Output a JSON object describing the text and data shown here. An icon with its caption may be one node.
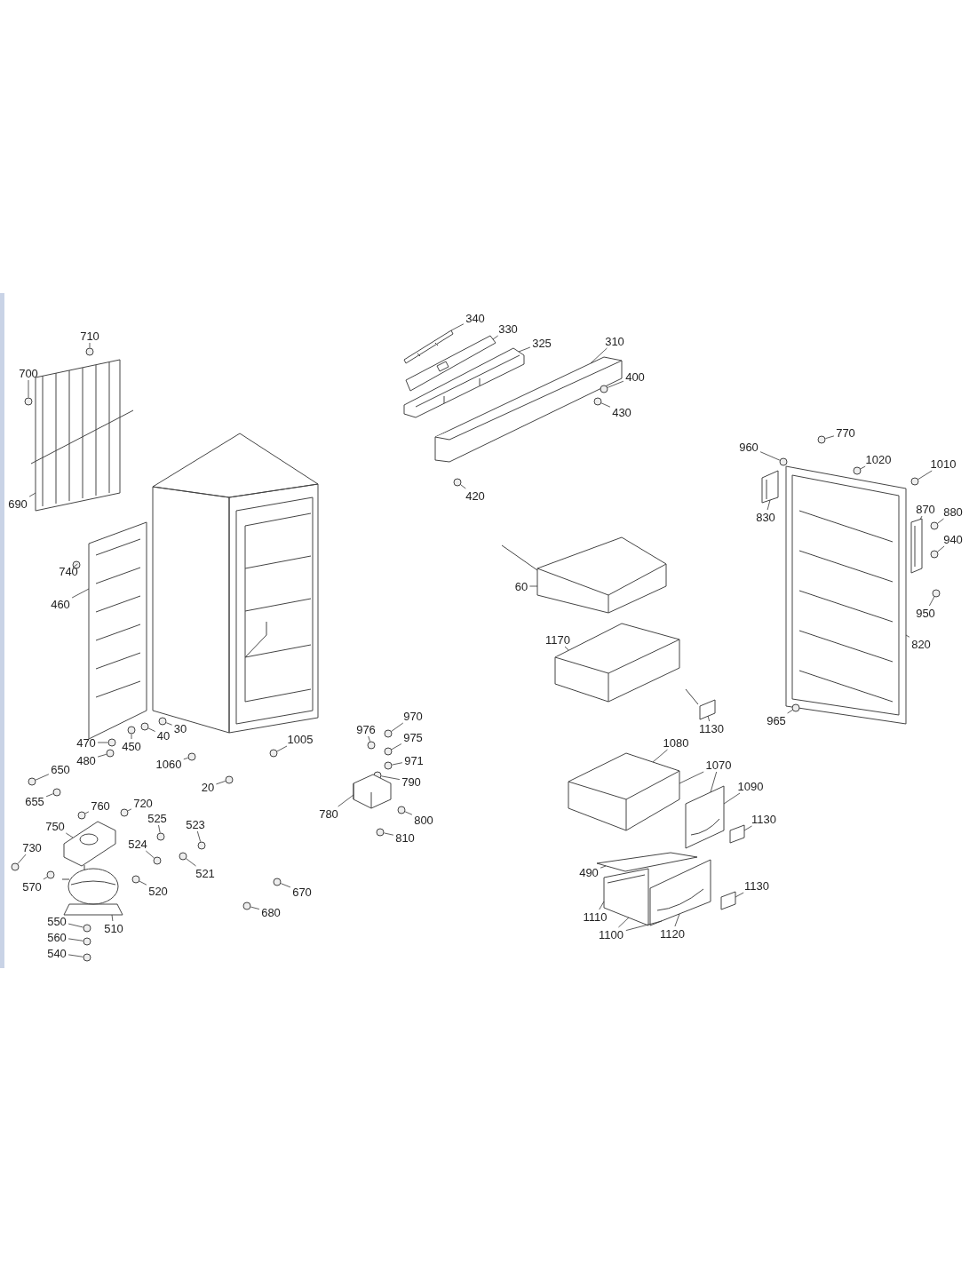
{
  "diagram": {
    "nodes": [
      {
        "text": [
          "710"
        ]
      },
      {
        "text": [
          "700"
        ]
      },
      {
        "text": [
          "690"
        ]
      },
      {
        "text": [
          "740"
        ]
      },
      {
        "text": [
          "460"
        ]
      },
      {
        "text": [
          "470"
        ]
      },
      {
        "text": [
          "480"
        ]
      },
      {
        "text": [
          "450"
        ]
      },
      {
        "text": [
          "40"
        ]
      },
      {
        "text": [
          "30"
        ]
      },
      {
        "text": [
          "1060"
        ]
      },
      {
        "text": [
          "1005"
        ]
      },
      {
        "text": [
          "20"
        ]
      },
      {
        "text": [
          "650"
        ]
      },
      {
        "text": [
          "655"
        ]
      },
      {
        "text": [
          "760"
        ]
      },
      {
        "text": [
          "720"
        ]
      },
      {
        "text": [
          "750"
        ]
      },
      {
        "text": [
          "525"
        ]
      },
      {
        "text": [
          "523"
        ]
      },
      {
        "text": [
          "524"
        ]
      },
      {
        "text": [
          "521"
        ]
      },
      {
        "text": [
          "730"
        ]
      },
      {
        "text": [
          "570"
        ]
      },
      {
        "text": [
          "520"
        ]
      },
      {
        "text": [
          "510"
        ]
      },
      {
        "text": [
          "550"
        ]
      },
      {
        "text": [
          "560"
        ]
      },
      {
        "text": [
          "540"
        ]
      },
      {
        "text": [
          "670"
        ]
      },
      {
        "text": [
          "680"
        ]
      },
      {
        "text": [
          "340"
        ]
      },
      {
        "text": [
          "330"
        ]
      },
      {
        "text": [
          "325"
        ]
      },
      {
        "text": [
          "310"
        ]
      },
      {
        "text": [
          "400"
        ]
      },
      {
        "text": [
          "430"
        ]
      },
      {
        "text": [
          "420"
        ]
      },
      {
        "text": [
          "60"
        ]
      },
      {
        "text": [
          "1170"
        ]
      },
      {
        "text": [
          "1130"
        ]
      },
      {
        "text": [
          "976"
        ]
      },
      {
        "text": [
          "970"
        ]
      },
      {
        "text": [
          "975"
        ]
      },
      {
        "text": [
          "971"
        ]
      },
      {
        "text": [
          "790"
        ]
      },
      {
        "text": [
          "780"
        ]
      },
      {
        "text": [
          "800"
        ]
      },
      {
        "text": [
          "810"
        ]
      },
      {
        "text": [
          "1080"
        ]
      },
      {
        "text": [
          "1070"
        ]
      },
      {
        "text": [
          "1090"
        ]
      },
      {
        "text": [
          "1130"
        ]
      },
      {
        "text": [
          "490"
        ]
      },
      {
        "text": [
          "1130"
        ]
      },
      {
        "text": [
          "1110"
        ]
      },
      {
        "text": [
          "1100"
        ]
      },
      {
        "text": [
          "1120"
        ]
      },
      {
        "text": [
          "770"
        ]
      },
      {
        "text": [
          "960"
        ]
      },
      {
        "text": [
          "1020"
        ]
      },
      {
        "text": [
          "1010"
        ]
      },
      {
        "text": [
          "830"
        ]
      },
      {
        "text": [
          "870"
        ]
      },
      {
        "text": [
          "880"
        ]
      },
      {
        "text": [
          "940"
        ]
      },
      {
        "text": [
          "950"
        ]
      },
      {
        "text": [
          "820"
        ]
      },
      {
        "text": [
          "965"
        ]
      },
      {
        "text": [],
        "shape": "circle"
      },
      {
        "text": [],
        "shape": "circle"
      },
      {
        "text": [],
        "shape": "picture"
      },
      {
        "text": [],
        "shape": "circle"
      },
      {
        "text": [],
        "shape": "picture"
      },
      {
        "text": [],
        "shape": "circle"
      },
      {
        "text": [],
        "shape": "circle"
      },
      {
        "text": [],
        "shape": "circle"
      },
      {
        "text": [],
        "shape": "circle"
      },
      {
        "text": [],
        "shape": "circle"
      },
      {
        "text": [],
        "shape": "circle"
      },
      {
        "text": [],
        "shape": "circle"
      },
      {
        "text": [],
        "shape": "circle"
      },
      {
        "text": [],
        "shape": "circle"
      },
      {
        "text": [],
        "shape": "circle"
      },
      {
        "text": [],
        "shape": "circle"
      },
      {
        "text": [],
        "shape": "circle"
      },
      {
        "text": [],
        "shape": "picture"
      },
      {
        "text": [],
        "shape": "circle"
      },
      {
        "text": [],
        "shape": "circle"
      },
      {
        "text": [],
        "shape": "circle"
      },
      {
        "text": [],
        "shape": "circle"
      },
      {
        "text": [],
        "shape": "circle"
      },
      {
        "text": [],
        "shape": "circle"
      },
      {
        "text": [],
        "shape": "circle"
      },
      {
        "text": [],
        "shape": "picture"
      },
      {
        "text": [],
        "shape": "circle"
      },
      {
        "text": [],
        "shape": "circle"
      },
      {
        "text": [],
        "shape": "circle"
      },
      {
        "text": [],
        "shape": "circle"
      },
      {
        "text": [],
        "shape": "circle"
      },
      {
        "text": [],
        "shape": "picture"
      },
      {
        "text": [],
        "shape": "picture"
      },
      {
        "text": [],
        "shape": "picture"
      },
      {
        "text": [],
        "shape": "picture"
      },
      {
        "text": [],
        "shape": "circle"
      },
      {
        "text": [],
        "shape": "circle"
      },
      {
        "text": [],
        "shape": "circle"
      },
      {
        "text": [],
        "shape": "picture"
      },
      {
        "text": [],
        "shape": "picture"
      },
      {
        "text": [],
        "shape": "box"
      },
      {
        "text": [],
        "shape": "circle"
      },
      {
        "text": [],
        "shape": "circle"
      },
      {
        "text": [],
        "shape": "circle"
      },
      {
        "text": [],
        "shape": "circle"
      },
      {
        "text": [],
        "shape": "circle"
      },
      {
        "text": [],
        "shape": "picture"
      },
      {
        "text": [],
        "shape": "circle"
      },
      {
        "text": [],
        "shape": "circle"
      },
      {
        "text": [],
        "shape": "picture"
      },
      {
        "text": [],
        "shape": "picture"
      },
      {
        "text": [],
        "shape": "box"
      },
      {
        "text": [],
        "shape": "box"
      },
      {
        "text": [],
        "shape": "box"
      },
      {
        "text": [],
        "shape": "picture"
      },
      {
        "text": [],
        "shape": "picture"
      },
      {
        "text": [],
        "shape": "circle"
      },
      {
        "text": [],
        "shape": "circle"
      },
      {
        "text": [],
        "shape": "circle"
      },
      {
        "text": [],
        "shape": "circle"
      },
      {
        "text": [],
        "shape": "picture"
      },
      {
        "text": [],
        "shape": "picture"
      },
      {
        "text": [],
        "shape": "circle"
      },
      {
        "text": [],
        "shape": "circle"
      },
      {
        "text": [],
        "shape": "circle"
      },
      {
        "text": [],
        "shape": "picture"
      },
      {
        "text": [],
        "shape": "circle"
      }
    ],
    "edges": [
      {
        "from": 0,
        "to": 69,
        "arrow": "none"
      },
      {
        "from": 1,
        "to": 70,
        "arrow": "none"
      },
      {
        "from": 2,
        "to": 71,
        "arrow": "none"
      },
      {
        "from": 3,
        "to": 72,
        "arrow": "none"
      },
      {
        "from": 4,
        "to": 73,
        "arrow": "none"
      },
      {
        "from": 5,
        "to": 74,
        "arrow": "none"
      },
      {
        "from": 6,
        "to": 75,
        "arrow": "none"
      },
      {
        "from": 7,
        "to": 76,
        "arrow": "none"
      },
      {
        "from": 8,
        "to": 77,
        "arrow": "none"
      },
      {
        "from": 9,
        "to": 78,
        "arrow": "none"
      },
      {
        "from": 10,
        "to": 79,
        "arrow": "none"
      },
      {
        "from": 11,
        "to": 80,
        "arrow": "none"
      },
      {
        "from": 12,
        "to": 81,
        "arrow": "none"
      },
      {
        "from": 13,
        "to": 82,
        "arrow": "none"
      },
      {
        "from": 14,
        "to": 83,
        "arrow": "none"
      },
      {
        "from": 15,
        "to": 84,
        "arrow": "none"
      },
      {
        "from": 16,
        "to": 85,
        "arrow": "none"
      },
      {
        "from": 17,
        "to": 86,
        "arrow": "none"
      },
      {
        "from": 18,
        "to": 87,
        "arrow": "none"
      },
      {
        "from": 19,
        "to": 88,
        "arrow": "none"
      },
      {
        "from": 20,
        "to": 89,
        "arrow": "none"
      },
      {
        "from": 21,
        "to": 90,
        "arrow": "none"
      },
      {
        "from": 22,
        "to": 91,
        "arrow": "none"
      },
      {
        "from": 23,
        "to": 92,
        "arrow": "none"
      },
      {
        "from": 24,
        "to": 93,
        "arrow": "none"
      },
      {
        "from": 25,
        "to": 94,
        "arrow": "none"
      },
      {
        "from": 26,
        "to": 95,
        "arrow": "none"
      },
      {
        "from": 27,
        "to": 96,
        "arrow": "none"
      },
      {
        "from": 28,
        "to": 97,
        "arrow": "none"
      },
      {
        "from": 29,
        "to": 98,
        "arrow": "none"
      },
      {
        "from": 30,
        "to": 99,
        "arrow": "none"
      },
      {
        "from": 31,
        "to": 100,
        "arrow": "none"
      },
      {
        "from": 32,
        "to": 101,
        "arrow": "none"
      },
      {
        "from": 33,
        "to": 102,
        "arrow": "none"
      },
      {
        "from": 34,
        "to": 103,
        "arrow": "none"
      },
      {
        "from": 35,
        "to": 104,
        "arrow": "none"
      },
      {
        "from": 36,
        "to": 105,
        "arrow": "none"
      },
      {
        "from": 37,
        "to": 106,
        "arrow": "none"
      },
      {
        "from": 38,
        "to": 107,
        "arrow": "none"
      },
      {
        "from": 39,
        "to": 108,
        "arrow": "none"
      },
      {
        "from": 40,
        "to": 109,
        "arrow": "none"
      },
      {
        "from": 41,
        "to": 110,
        "arrow": "none"
      },
      {
        "from": 42,
        "to": 111,
        "arrow": "none"
      },
      {
        "from": 43,
        "to": 112,
        "arrow": "none"
      },
      {
        "from": 44,
        "to": 113,
        "arrow": "none"
      },
      {
        "from": 45,
        "to": 114,
        "arrow": "none"
      },
      {
        "from": 46,
        "to": 115,
        "arrow": "none"
      },
      {
        "from": 47,
        "to": 116,
        "arrow": "none"
      },
      {
        "from": 48,
        "to": 117,
        "arrow": "none"
      },
      {
        "from": 49,
        "to": 118,
        "arrow": "none"
      },
      {
        "from": 50,
        "to": 118,
        "arrow": "none"
      },
      {
        "from": 50,
        "to": 119,
        "arrow": "none"
      },
      {
        "from": 51,
        "to": 119,
        "arrow": "none"
      },
      {
        "from": 52,
        "to": 120,
        "arrow": "none"
      },
      {
        "from": 53,
        "to": 121,
        "arrow": "none"
      },
      {
        "from": 54,
        "to": 122,
        "arrow": "none"
      },
      {
        "from": 55,
        "to": 123,
        "arrow": "none"
      },
      {
        "from": 56,
        "to": 123,
        "arrow": "none"
      },
      {
        "from": 56,
        "to": 124,
        "arrow": "none"
      },
      {
        "from": 57,
        "to": 124,
        "arrow": "none"
      },
      {
        "from": 58,
        "to": 125,
        "arrow": "none"
      },
      {
        "from": 59,
        "to": 126,
        "arrow": "none"
      },
      {
        "from": 60,
        "to": 127,
        "arrow": "none"
      },
      {
        "from": 61,
        "to": 128,
        "arrow": "none"
      },
      {
        "from": 62,
        "to": 129,
        "arrow": "none"
      },
      {
        "from": 63,
        "to": 130,
        "arrow": "none"
      },
      {
        "from": 64,
        "to": 131,
        "arrow": "none"
      },
      {
        "from": 65,
        "to": 132,
        "arrow": "none"
      },
      {
        "from": 66,
        "to": 133,
        "arrow": "none"
      },
      {
        "from": 67,
        "to": 134,
        "arrow": "none"
      },
      {
        "from": 68,
        "to": 135,
        "arrow": "none"
      }
    ]
  }
}
